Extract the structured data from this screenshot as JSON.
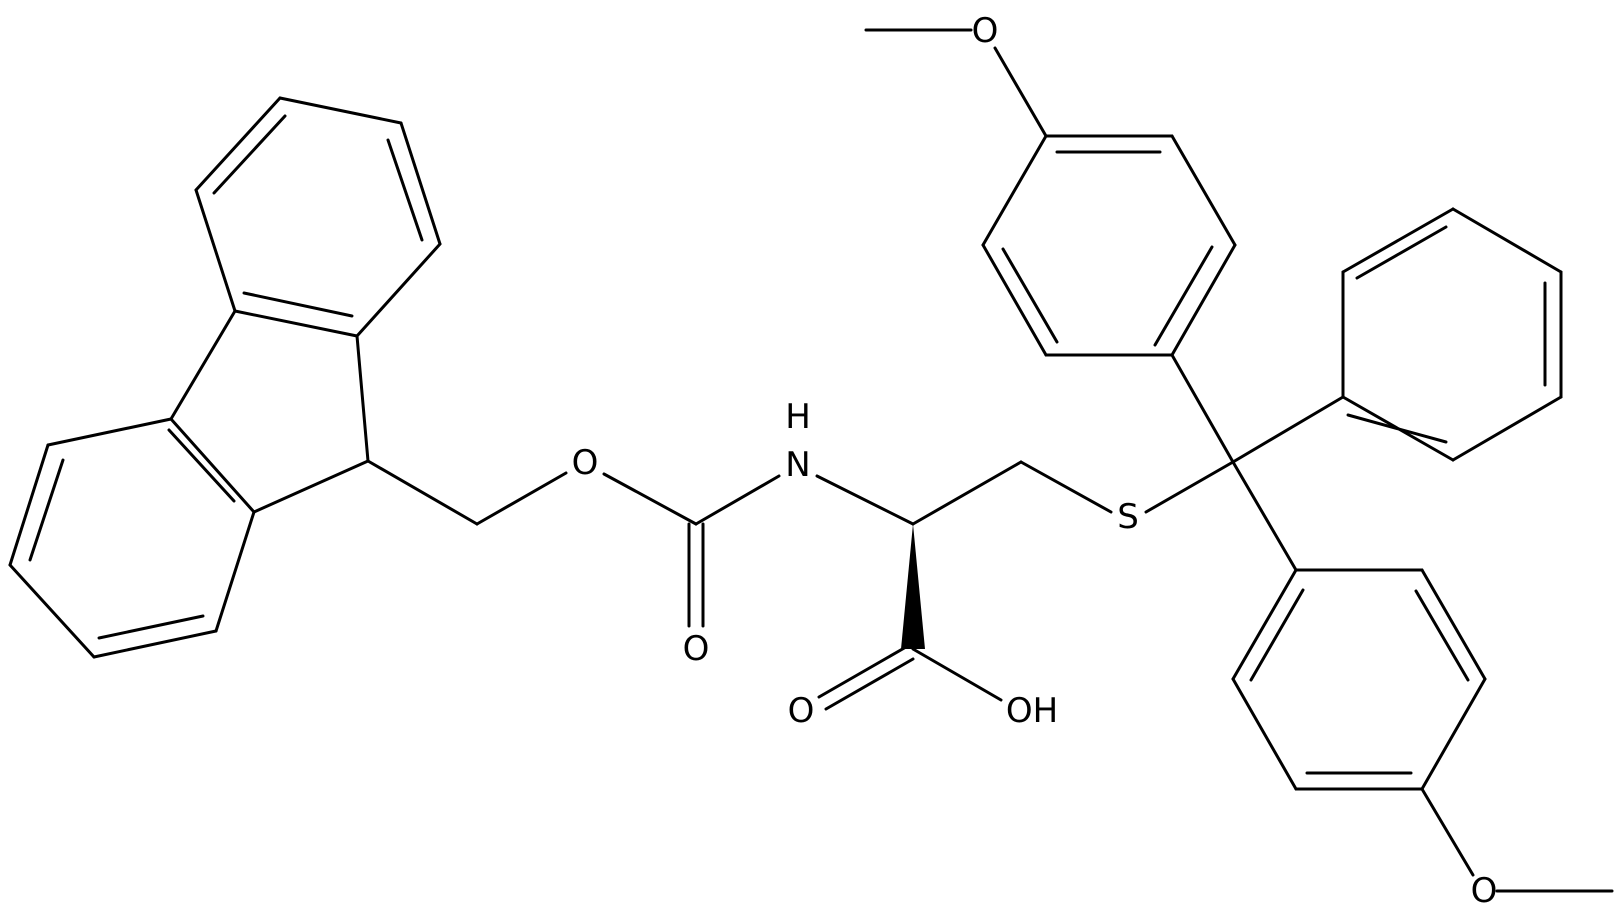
{
  "colors": {
    "background": "#ffffff",
    "ink": "#000000"
  },
  "atoms": [
    {
      "id": "O_methoxy_top",
      "text": "O"
    },
    {
      "id": "NH_H",
      "text": "H"
    },
    {
      "id": "NH_N",
      "text": "N"
    },
    {
      "id": "O_ester",
      "text": "O"
    },
    {
      "id": "S",
      "text": "S"
    },
    {
      "id": "O_carbonyl_carbamate",
      "text": "O"
    },
    {
      "id": "O_carbonyl_acid",
      "text": "O"
    },
    {
      "id": "OH",
      "text": "OH"
    },
    {
      "id": "O_methoxy_bottom",
      "text": "O"
    }
  ]
}
